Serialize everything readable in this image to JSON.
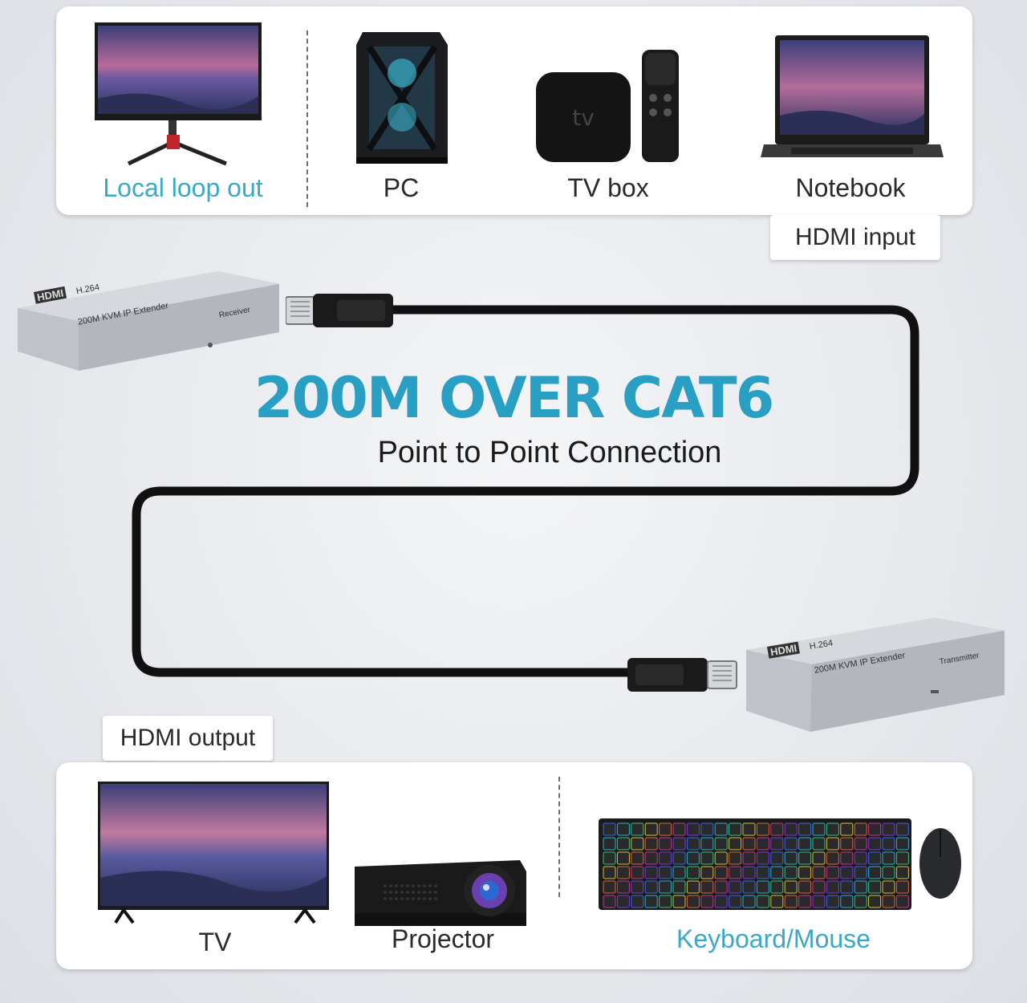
{
  "top": {
    "sources": [
      {
        "label": "Local loop out",
        "icon": "monitor-icon",
        "accent": true
      },
      {
        "label": "PC",
        "icon": "pc-tower-icon",
        "accent": false
      },
      {
        "label": "TV box",
        "icon": "tv-box-icon",
        "accent": false
      },
      {
        "label": "Notebook",
        "icon": "laptop-icon",
        "accent": false
      }
    ],
    "input_tag": "HDMI input"
  },
  "devices": {
    "receiver": {
      "brand": "HDMI",
      "model": "H.264",
      "name": "200M KVM IP Extender",
      "role": "Receiver"
    },
    "transmitter": {
      "brand": "HDMI",
      "model": "H.264",
      "name": "200M KVM IP Extender",
      "role": "Transmitter"
    }
  },
  "headline": "200M OVER CAT6",
  "subline": "Point to Point Connection",
  "bottom": {
    "output_tag": "HDMI output",
    "outputs": [
      {
        "label": "TV",
        "icon": "tv-icon",
        "accent": false
      },
      {
        "label": "Projector",
        "icon": "projector-icon",
        "accent": false
      },
      {
        "label": "Keyboard/Mouse",
        "icon": "keyboard-mouse-icon",
        "accent": true
      }
    ]
  },
  "colors": {
    "accent": "#3aa8c8",
    "headline": "#2a9fc4",
    "cable": "#111111",
    "device": "#c9ccd2"
  }
}
